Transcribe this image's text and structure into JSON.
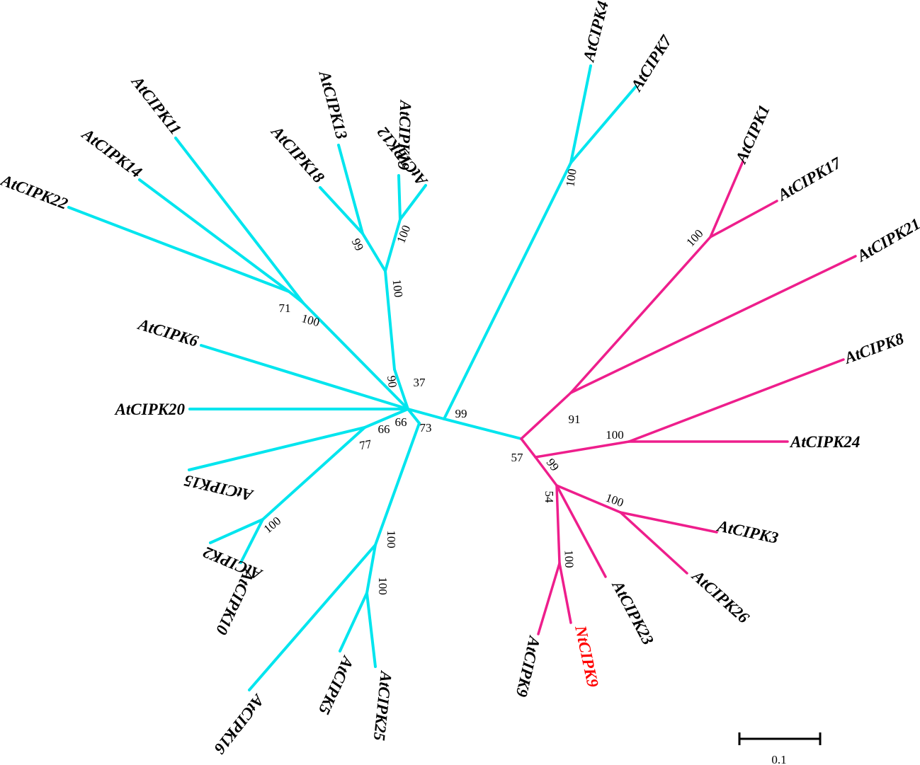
{
  "tree": {
    "taxa": [
      {
        "id": "AtCIPK4",
        "label": "AtCIPK4",
        "clade": "cyan"
      },
      {
        "id": "AtCIPK7",
        "label": "AtCIPK7",
        "clade": "cyan"
      },
      {
        "id": "AtCIPK1",
        "label": "AtCIPK1",
        "clade": "magenta"
      },
      {
        "id": "AtCIPK17",
        "label": "AtCIPK17",
        "clade": "magenta"
      },
      {
        "id": "AtCIPK21",
        "label": "AtCIPK21",
        "clade": "magenta"
      },
      {
        "id": "AtCIPK8",
        "label": "AtCIPK8",
        "clade": "magenta"
      },
      {
        "id": "AtCIPK24",
        "label": "AtCIPK24",
        "clade": "magenta"
      },
      {
        "id": "AtCIPK3",
        "label": "AtCIPK3",
        "clade": "magenta"
      },
      {
        "id": "AtCIPK26",
        "label": "AtCIPK26",
        "clade": "magenta"
      },
      {
        "id": "AtCIPK23",
        "label": "AtCIPK23",
        "clade": "magenta"
      },
      {
        "id": "NtCIPK9",
        "label": "NtCIPK9",
        "clade": "magenta",
        "highlight": true
      },
      {
        "id": "AtCIPK9",
        "label": "AtCIPK9",
        "clade": "magenta"
      },
      {
        "id": "AtCIPK25",
        "label": "AtCIPK25",
        "clade": "cyan"
      },
      {
        "id": "AtCIPK5",
        "label": "AtCIPK5",
        "clade": "cyan"
      },
      {
        "id": "AtCIPK16",
        "label": "AtCIPK16",
        "clade": "cyan"
      },
      {
        "id": "AtCIPK10",
        "label": "AtCIPK10",
        "clade": "cyan"
      },
      {
        "id": "AtCIPK2",
        "label": "AtCIPK2",
        "clade": "cyan"
      },
      {
        "id": "AtCIPK15",
        "label": "AtCIPK15",
        "clade": "cyan"
      },
      {
        "id": "AtCIPK20",
        "label": "AtCIPK20",
        "clade": "cyan"
      },
      {
        "id": "AtCIPK6",
        "label": "AtCIPK6",
        "clade": "cyan"
      },
      {
        "id": "AtCIPK22",
        "label": "AtCIPK22",
        "clade": "cyan"
      },
      {
        "id": "AtCIPK14",
        "label": "AtCIPK14",
        "clade": "cyan"
      },
      {
        "id": "AtCIPK11",
        "label": "AtCIPK11",
        "clade": "cyan"
      },
      {
        "id": "AtCIPK18",
        "label": "AtCIPK18",
        "clade": "cyan"
      },
      {
        "id": "AtCIPK13",
        "label": "AtCIPK13",
        "clade": "cyan"
      },
      {
        "id": "AtCIPK19",
        "label": "AtCIPK19",
        "clade": "cyan"
      },
      {
        "id": "AtCIPK12",
        "label": "AtCIPK12",
        "clade": "cyan"
      }
    ],
    "bootstrap": [
      {
        "id": "b-4-7",
        "value": "100"
      },
      {
        "id": "b-1-17",
        "value": "100"
      },
      {
        "id": "b-99-main",
        "value": "99"
      },
      {
        "id": "b-91",
        "value": "91"
      },
      {
        "id": "b-8-24",
        "value": "100"
      },
      {
        "id": "b-57",
        "value": "57"
      },
      {
        "id": "b-99-lower",
        "value": "99"
      },
      {
        "id": "b-54",
        "value": "54"
      },
      {
        "id": "b-3-26",
        "value": "100"
      },
      {
        "id": "b-9-nt9",
        "value": "100"
      },
      {
        "id": "b-37",
        "value": "37"
      },
      {
        "id": "b-90",
        "value": "90"
      },
      {
        "id": "b-71",
        "value": "71"
      },
      {
        "id": "b-100-22",
        "value": "100"
      },
      {
        "id": "b-99-18-13",
        "value": "99"
      },
      {
        "id": "b-100-19-12",
        "value": "100"
      },
      {
        "id": "b-100-upper",
        "value": "100"
      },
      {
        "id": "b-66a",
        "value": "66"
      },
      {
        "id": "b-66b",
        "value": "66"
      },
      {
        "id": "b-77",
        "value": "77"
      },
      {
        "id": "b-73",
        "value": "73"
      },
      {
        "id": "b-2-10",
        "value": "100"
      },
      {
        "id": "b-16-group",
        "value": "100"
      },
      {
        "id": "b-5-25",
        "value": "100"
      }
    ],
    "colors": {
      "cyan_clade": "#00e5ee",
      "magenta_clade": "#ee1e8c",
      "highlight_label": "#ff0000"
    },
    "scale_bar": {
      "label": "0.1"
    }
  }
}
